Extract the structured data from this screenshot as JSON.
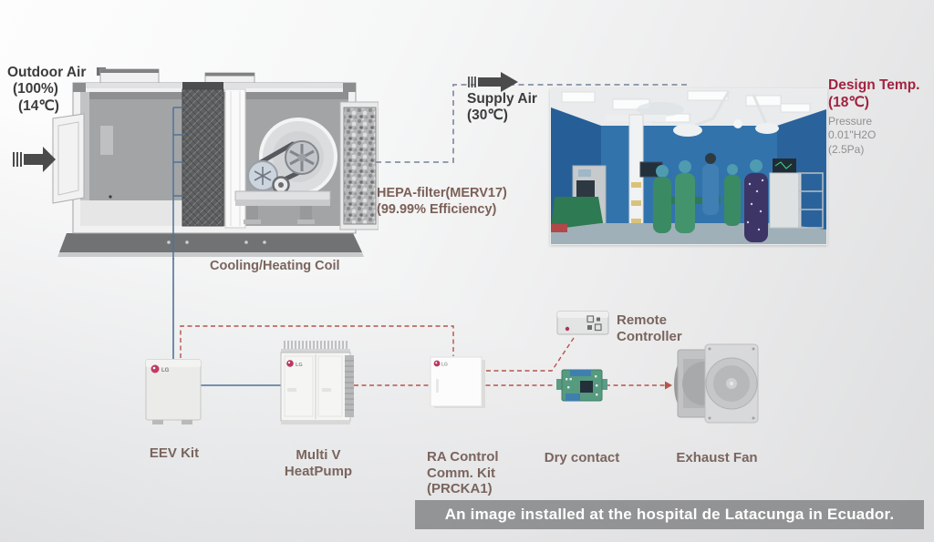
{
  "diagram": {
    "outdoor_air": {
      "line1": "Outdoor Air",
      "line2": "(100%)",
      "line3": "(14℃)"
    },
    "supply_air": {
      "line1": "Supply Air",
      "line2": "(30℃)"
    },
    "hepa": {
      "line1": "HEPA-filter(MERV17)",
      "line2": "(99.99% Efficiency)"
    },
    "coil_label": "Cooling/Heating Coil",
    "design": {
      "title": "Design Temp.",
      "temp": "(18℃)",
      "pressure_label": "Pressure",
      "pressure_value": "0.01\"H2O",
      "pressure_pa": "(2.5Pa)"
    },
    "components": {
      "eev": "EEV Kit",
      "multiv_line1": "Multi V",
      "multiv_line2": "HeatPump",
      "ra_line1": "RA Control",
      "ra_line2": "Comm. Kit",
      "ra_line3": "(PRCKA1)",
      "dry_contact": "Dry contact",
      "exhaust_fan": "Exhaust Fan",
      "remote_line1": "Remote",
      "remote_line2": "Controller"
    },
    "brand": "LG",
    "caption": "An image installed at the hospital de Latacunga in Ecuador.",
    "colors": {
      "accent_red": "#a12340",
      "label_brown": "#7a655e",
      "dark_text": "#3c3c3c",
      "solid_line_blue": "#4f7396",
      "dashed_line_blue": "#8492a6",
      "dashed_line_red": "#b5544c",
      "caption_band": "#808183"
    }
  }
}
